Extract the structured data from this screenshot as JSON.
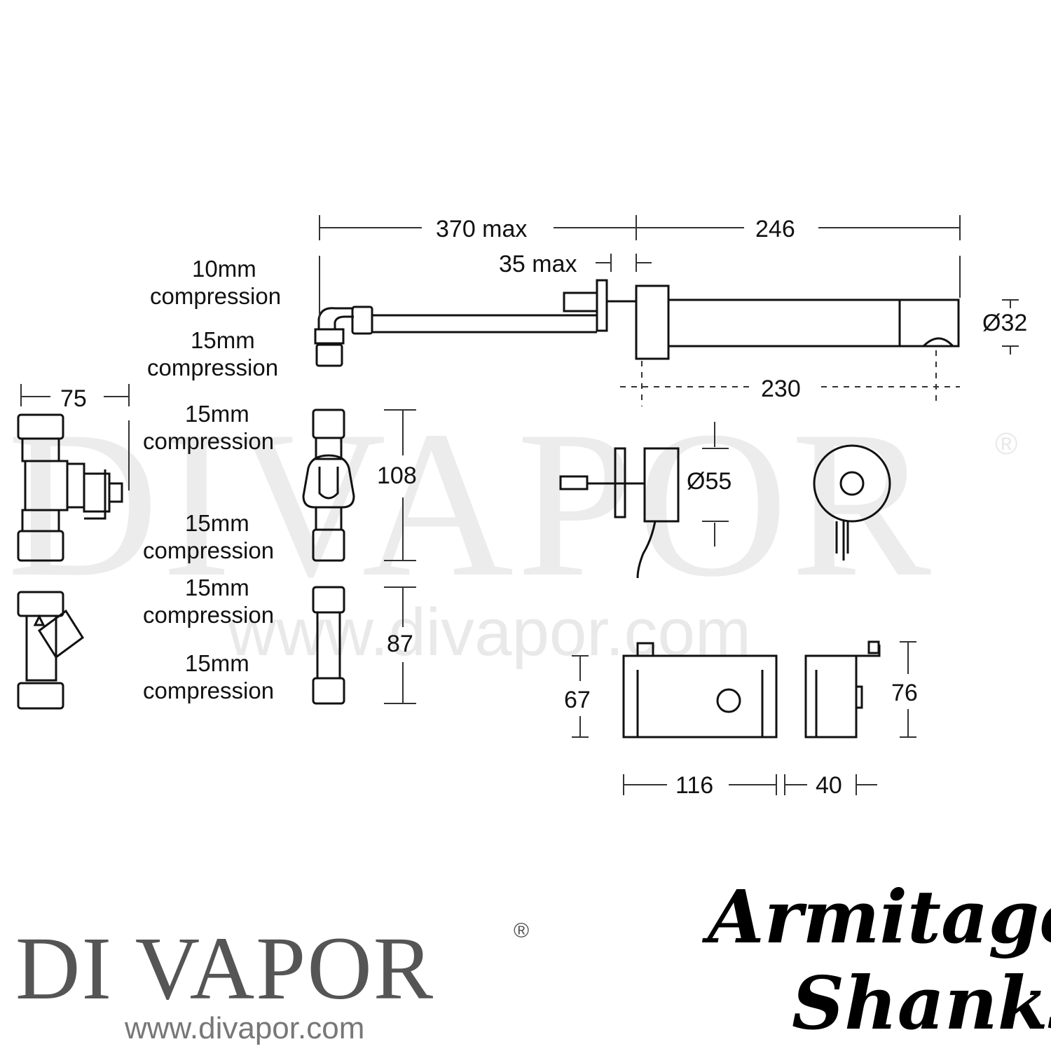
{
  "dimensions": {
    "d370": "370 max",
    "d246": "246",
    "d35": "35 max",
    "d32": "Ø32",
    "d230": "230",
    "d75": "75",
    "d108": "108",
    "d55": "Ø55",
    "d87": "87",
    "d67": "67",
    "d76": "76",
    "d116": "116",
    "d40": "40"
  },
  "labels": {
    "spout_inlet_top_size": "10mm",
    "spout_inlet_top_type": "compression",
    "spout_inlet_bottom_size": "15mm",
    "spout_inlet_bottom_type": "compression",
    "valve_top_size": "15mm",
    "valve_top_type": "compression",
    "valve_bottom_size": "15mm",
    "valve_bottom_type": "compression",
    "strainer_top_size": "15mm",
    "strainer_top_type": "compression",
    "strainer_bottom_size": "15mm",
    "strainer_bottom_type": "compression"
  },
  "watermark": {
    "name": "DIVAPOR",
    "reg": "®",
    "url": "www.divapor.com"
  },
  "branding": {
    "retailer": "DI VAPOR",
    "retailer_reg": "®",
    "retailer_url": "www.divapor.com",
    "maker_line1": "Armitage",
    "maker_line2": "Shanks"
  }
}
